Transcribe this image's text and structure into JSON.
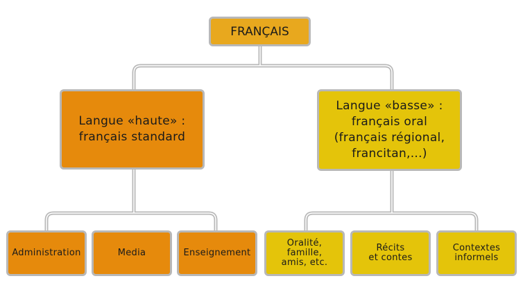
{
  "root": {
    "label": "FRANÇAIS"
  },
  "high": {
    "label": "Langue «haute» :\nfrançais standard",
    "children": [
      "Administration",
      "Media",
      "Enseignement"
    ]
  },
  "low": {
    "label": "Langue «basse» :\nfrançais oral\n(français régional,\nfrancitan,...)",
    "children": [
      "Oralité,\nfamille,\namis, etc.",
      "Récits\net contes",
      "Contextes\ninformels"
    ]
  },
  "colors": {
    "root": "#e8a81e",
    "high_branch": "#e68a0c",
    "low_branch": "#e4c40a",
    "border": "#b8b8b8",
    "connector": "#b8b8b8"
  }
}
